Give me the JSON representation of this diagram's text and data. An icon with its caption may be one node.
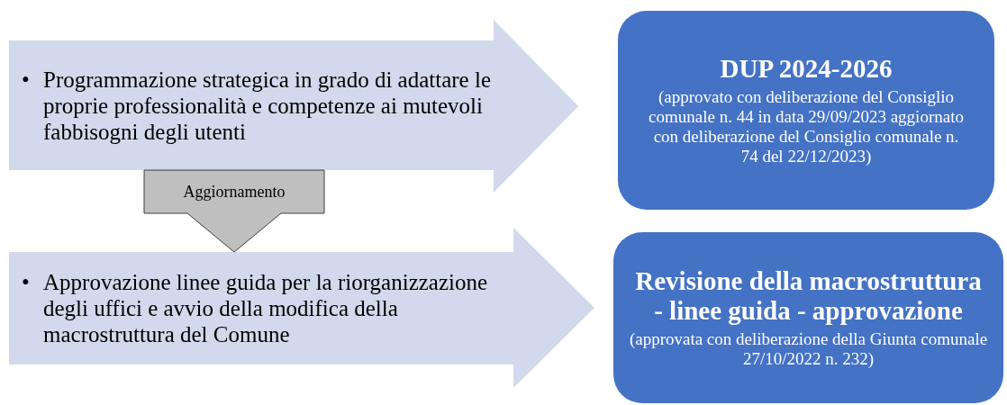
{
  "diagram": {
    "nodes": [
      {
        "text": [
          "•",
          "Programmazione strategica in grado di adattare le proprie professionalità e competenze ai mutevoli fabbisogni degli utenti"
        ]
      },
      {
        "text": [
          "DUP 2024-2026",
          "(approvato con deliberazione  del Consiglio comunale n. 44 in data 29/09/2023 aggiornato con deliberazione  del Consiglio comunale n. 74 del 22/12/2023)"
        ]
      },
      {
        "text": [
          "•",
          "Approvazione linee guida per la riorganizzazione degli uffici e avvio della modifica della macrostruttura del Comune"
        ]
      },
      {
        "text": [
          "Revisione della macrostruttura - linee guida - approvazione",
          "(approvata con deliberazione della Giunta comunale 27/10/2022 n. 232)"
        ]
      }
    ],
    "edges": [
      {
        "from": 0,
        "to": 2,
        "arrow": "to",
        "label": "Aggiornamento"
      }
    ]
  }
}
